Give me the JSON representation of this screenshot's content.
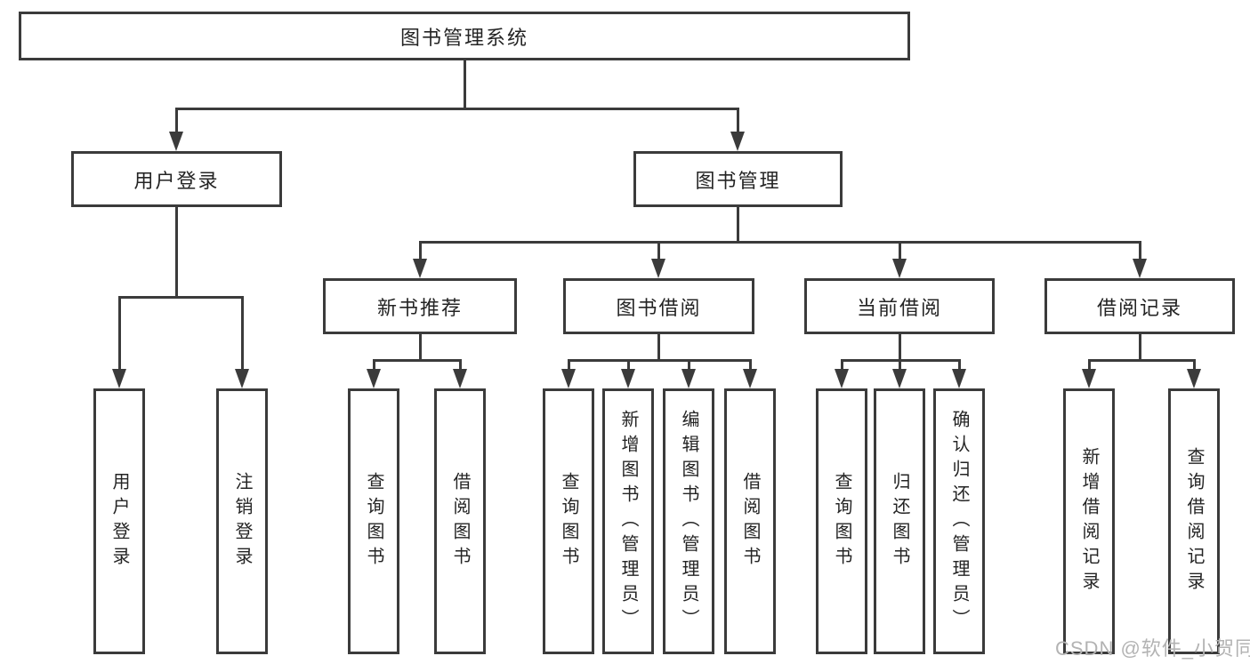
{
  "diagram": {
    "title": "图书管理系统",
    "branches": [
      {
        "label": "用户登录",
        "children": [
          {
            "label": "用户登录"
          },
          {
            "label": "注销登录"
          }
        ]
      },
      {
        "label": "图书管理",
        "children": [
          {
            "label": "新书推荐",
            "children": [
              {
                "label": "查询图书"
              },
              {
                "label": "借阅图书"
              }
            ]
          },
          {
            "label": "图书借阅",
            "children": [
              {
                "label": "查询图书"
              },
              {
                "label": "新增图书（管理员）"
              },
              {
                "label": "编辑图书（管理员）"
              },
              {
                "label": "借阅图书"
              }
            ]
          },
          {
            "label": "当前借阅",
            "children": [
              {
                "label": "查询图书"
              },
              {
                "label": "归还图书"
              },
              {
                "label": "确认归还（管理员）"
              }
            ]
          },
          {
            "label": "借阅记录",
            "children": [
              {
                "label": "新增借阅记录"
              },
              {
                "label": "查询借阅记录"
              }
            ]
          }
        ]
      }
    ]
  },
  "watermark": "CSDN @软件_小贺同学",
  "colors": {
    "line": "#3b3b3b",
    "text": "#242424",
    "watermark": "#b3b3b3",
    "background": "#ffffff"
  }
}
